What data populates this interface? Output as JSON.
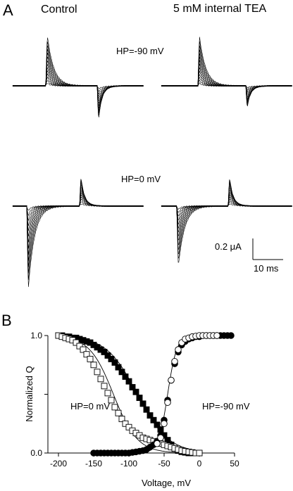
{
  "panel_a": {
    "panel_label": "A",
    "conditions": [
      "Control",
      "5 mM internal TEA"
    ],
    "holding_labels": [
      "HP=-90 mV",
      "HP=0 mV"
    ],
    "scale_bar": {
      "current_label": "0.2 μA",
      "time_label": "10 ms",
      "current_uA": 0.2,
      "time_ms": 10
    }
  },
  "panel_b": {
    "panel_label": "B"
  },
  "chart_data": {
    "type": "scatter",
    "title": "",
    "xlabel": "Voltage, mV",
    "ylabel": "Normalized Q",
    "xlim": [
      -215,
      50
    ],
    "ylim": [
      0.0,
      1.0
    ],
    "x_ticks": [
      -200,
      -150,
      -100,
      -50,
      0,
      50
    ],
    "x_tick_labels": [
      "-200",
      "-150",
      "-100",
      "-50",
      "0",
      "50"
    ],
    "y_ticks": [
      0.0,
      0.5,
      1.0
    ],
    "y_tick_labels": [
      "0.0",
      "",
      "1.0"
    ],
    "annotations": [
      "HP=0 mV",
      "HP=-90 mV"
    ],
    "series": [
      {
        "marker": "filled-square",
        "x": [
          -200,
          -195,
          -190,
          -185,
          -180,
          -175,
          -170,
          -165,
          -160,
          -155,
          -150,
          -145,
          -140,
          -135,
          -130,
          -125,
          -120,
          -115,
          -110,
          -105,
          -100,
          -95,
          -90,
          -85,
          -80,
          -75,
          -70,
          -65,
          -60,
          -55,
          -50,
          -45,
          -40,
          -35,
          -30,
          -25,
          -20,
          -15,
          -10,
          -5,
          0
        ],
        "y": [
          1.0,
          1.0,
          0.99,
          0.99,
          0.98,
          0.98,
          0.97,
          0.96,
          0.95,
          0.94,
          0.92,
          0.9,
          0.88,
          0.86,
          0.83,
          0.8,
          0.77,
          0.73,
          0.69,
          0.65,
          0.61,
          0.56,
          0.52,
          0.47,
          0.42,
          0.37,
          0.32,
          0.28,
          0.24,
          0.2,
          0.15,
          0.11,
          0.07,
          0.04,
          0.02,
          0.01,
          0.005,
          0.0,
          0.0,
          0.0,
          0.0
        ]
      },
      {
        "marker": "open-square",
        "x": [
          -200,
          -195,
          -190,
          -185,
          -180,
          -175,
          -170,
          -165,
          -160,
          -155,
          -150,
          -145,
          -140,
          -135,
          -130,
          -125,
          -120,
          -115,
          -110,
          -105,
          -100,
          -95,
          -90,
          -85,
          -80,
          -75,
          -70,
          -65,
          -60,
          -55,
          -50,
          -45,
          -40,
          -35,
          -30,
          -25,
          -20,
          -15,
          -10,
          -5,
          0
        ],
        "y": [
          1.0,
          0.99,
          0.98,
          0.97,
          0.96,
          0.94,
          0.91,
          0.88,
          0.84,
          0.8,
          0.75,
          0.69,
          0.63,
          0.57,
          0.51,
          0.45,
          0.39,
          0.34,
          0.29,
          0.25,
          0.22,
          0.19,
          0.17,
          0.15,
          0.13,
          0.12,
          0.11,
          0.1,
          0.09,
          0.08,
          0.07,
          0.06,
          0.05,
          0.04,
          0.03,
          0.02,
          0.015,
          0.01,
          0.005,
          0.0,
          0.0
        ]
      },
      {
        "marker": "filled-circle",
        "x": [
          -150,
          -145,
          -140,
          -135,
          -130,
          -125,
          -120,
          -115,
          -110,
          -105,
          -100,
          -95,
          -90,
          -85,
          -80,
          -75,
          -70,
          -65,
          -60,
          -55,
          -50,
          -45,
          -40,
          -35,
          -30,
          -25,
          -20,
          -15,
          -10,
          -5,
          0,
          5,
          10,
          15,
          20,
          25,
          30,
          35,
          40,
          45
        ],
        "y": [
          0.0,
          0.0,
          0.0,
          0.0,
          0.0,
          0.0,
          0.0,
          0.0,
          0.0,
          0.0,
          0.0,
          0.005,
          0.01,
          0.015,
          0.02,
          0.03,
          0.05,
          0.07,
          0.1,
          0.15,
          0.28,
          0.45,
          0.62,
          0.76,
          0.86,
          0.92,
          0.95,
          0.97,
          0.98,
          0.99,
          0.99,
          1.0,
          1.0,
          1.0,
          1.0,
          1.0,
          1.0,
          1.0,
          1.0,
          1.0
        ]
      },
      {
        "marker": "open-circle",
        "x": [
          -60,
          -55,
          -50,
          -45,
          -40,
          -35,
          -30,
          -25,
          -20,
          -15,
          -10,
          -5,
          0,
          5,
          10,
          15,
          20,
          25
        ],
        "y": [
          0.08,
          0.13,
          0.25,
          0.43,
          0.62,
          0.78,
          0.88,
          0.94,
          0.97,
          0.98,
          0.99,
          0.995,
          1.0,
          1.0,
          1.0,
          1.0,
          1.0,
          1.0
        ]
      }
    ]
  }
}
